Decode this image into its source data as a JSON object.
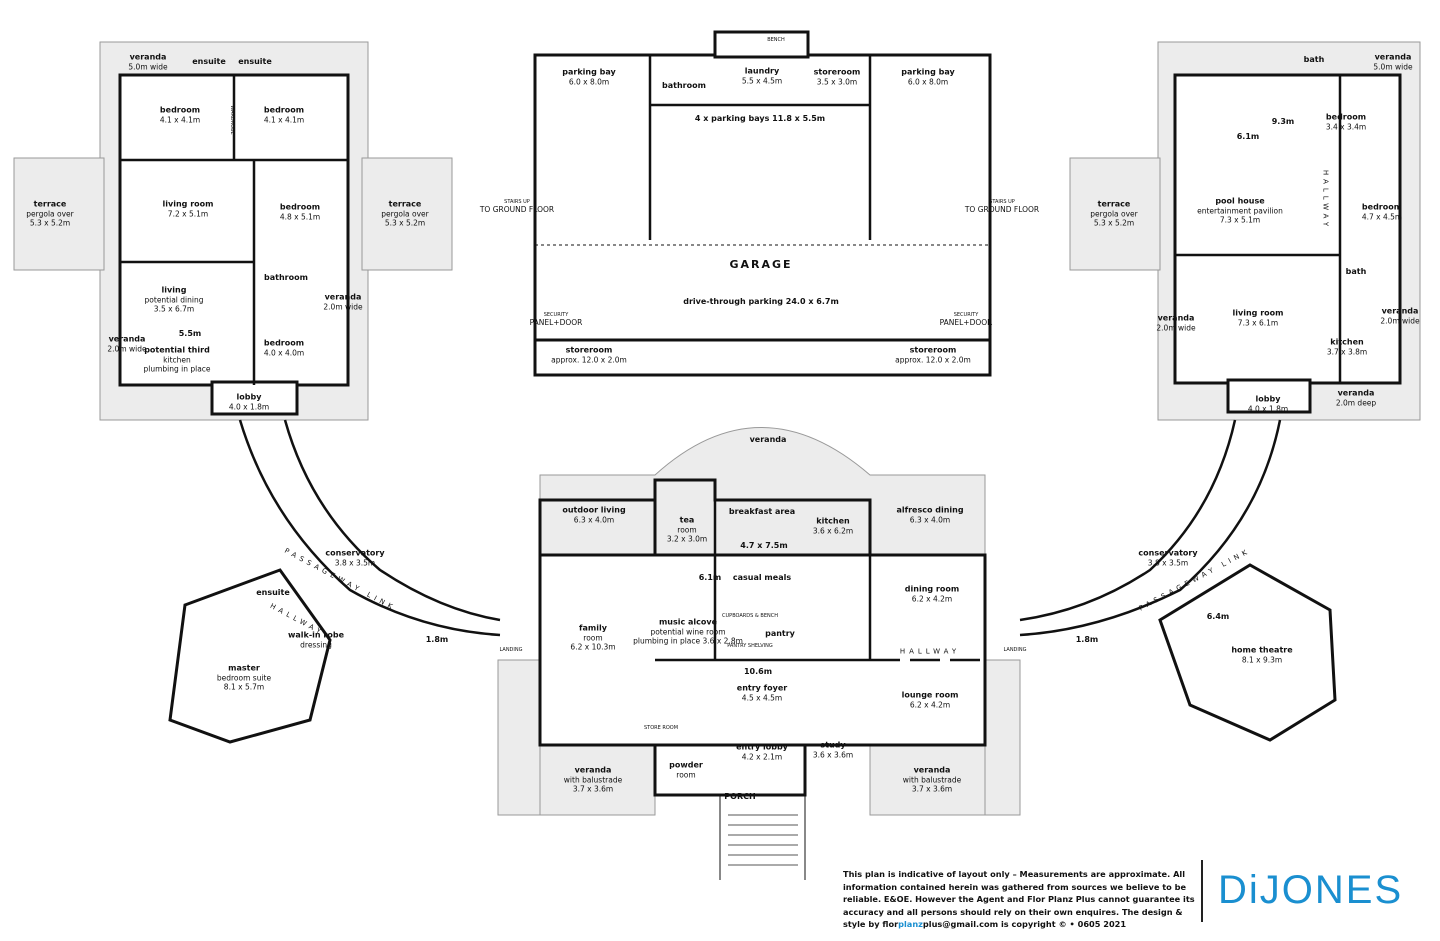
{
  "rooms": [
    {
      "name": "veranda",
      "size": "5.0m wide"
    },
    {
      "name": "ensuite"
    },
    {
      "name": "ensuite"
    },
    {
      "name": "bedroom",
      "size": "4.1 x 4.1m"
    },
    {
      "name": "bedroom",
      "size": "4.1 x 4.1m"
    },
    {
      "name": "terrace",
      "note": "pergola over",
      "size": "5.3 x 5.2m"
    },
    {
      "name": "terrace",
      "note": "pergola over",
      "size": "5.3 x 5.2m"
    },
    {
      "name": "living room",
      "size": "7.2 x 5.1m"
    },
    {
      "name": "bedroom",
      "size": "4.8 x 5.1m"
    },
    {
      "name": "bathroom"
    },
    {
      "name": "veranda",
      "size": "2.0m wide"
    },
    {
      "name": "living",
      "note": "potential dining",
      "size": "3.5 x 6.7m"
    },
    {
      "name": "veranda",
      "size": "2.0m wide"
    },
    {
      "name": "5.5m"
    },
    {
      "name": "potential third",
      "note": "kitchen",
      "size": "plumbing in place"
    },
    {
      "name": "bedroom",
      "size": "4.0 x 4.0m"
    },
    {
      "name": "lobby",
      "size": "4.0 x 1.8m"
    },
    {
      "name": "parking bay",
      "size": "6.0 x 8.0m"
    },
    {
      "name": "bathroom"
    },
    {
      "name": "laundry",
      "size": "5.5 x 4.5m"
    },
    {
      "name": "storeroom",
      "size": "3.5 x 3.0m"
    },
    {
      "name": "parking bay",
      "size": "6.0 x 8.0m"
    },
    {
      "name": "4 x parking bays   11.8 x 5.5m"
    },
    {
      "name": "GARAGE"
    },
    {
      "name": "drive-through parking  24.0 x 6.7m"
    },
    {
      "name": "SECURITY",
      "note": "PANEL+DOOR"
    },
    {
      "name": "SECURITY",
      "note": "PANEL+DOOR"
    },
    {
      "name": "storeroom",
      "note": "approx.  12.0 x 2.0m"
    },
    {
      "name": "storeroom",
      "note": "approx.  12.0 x 2.0m"
    },
    {
      "name": "STAIRS UP",
      "note": "TO GROUND FLOOR"
    },
    {
      "name": "STAIRS UP",
      "note": "TO GROUND FLOOR"
    },
    {
      "name": "veranda",
      "size": "5.0m wide"
    },
    {
      "name": "bath"
    },
    {
      "name": "bedroom",
      "size": "3.4 x 3.4m"
    },
    {
      "name": "9.3m"
    },
    {
      "name": "6.1m"
    },
    {
      "name": "pool house",
      "note": "entertainment pavilion",
      "size": "7.3 x 5.1m"
    },
    {
      "name": "bedroom",
      "size": "4.7 x 4.5m"
    },
    {
      "name": "terrace",
      "note": "pergola over",
      "size": "5.3 x 5.2m"
    },
    {
      "name": "HALLWAY"
    },
    {
      "name": "bath"
    },
    {
      "name": "veranda",
      "size": "2.0m wide"
    },
    {
      "name": "veranda",
      "size": "2.0m wide"
    },
    {
      "name": "living room",
      "size": "7.3 x 6.1m"
    },
    {
      "name": "kitchen",
      "size": "3.7 x 3.8m"
    },
    {
      "name": "veranda",
      "size": "2.0m deep"
    },
    {
      "name": "lobby",
      "size": "4.0 x 1.8m"
    },
    {
      "name": "veranda"
    },
    {
      "name": "outdoor living",
      "size": "6.3 x 4.0m"
    },
    {
      "name": "tea",
      "note": "room",
      "size": "3.2 x 3.0m"
    },
    {
      "name": "breakfast area"
    },
    {
      "name": "4.7 x 7.5m"
    },
    {
      "name": "casual meals"
    },
    {
      "name": "6.1m"
    },
    {
      "name": "kitchen",
      "size": "3.6 x 6.2m"
    },
    {
      "name": "alfresco dining",
      "size": "6.3 x 4.0m"
    },
    {
      "name": "dining room",
      "size": "6.2 x 4.2m"
    },
    {
      "name": "family",
      "note": "room",
      "size": "6.2 x 10.3m"
    },
    {
      "name": "music alcove",
      "note": "potential wine room",
      "size": "plumbing in place 3.6 x 2.8m"
    },
    {
      "name": "pantry"
    },
    {
      "name": "HALLWAY"
    },
    {
      "name": "LANDING"
    },
    {
      "name": "LANDING"
    },
    {
      "name": "10.6m"
    },
    {
      "name": "entry foyer",
      "size": "4.5 x 4.5m"
    },
    {
      "name": "lounge room",
      "size": "6.2 x 4.2m"
    },
    {
      "name": "entry lobby",
      "size": "4.2 x 2.1m"
    },
    {
      "name": "study",
      "size": "3.6 x 3.6m"
    },
    {
      "name": "powder",
      "note": "room"
    },
    {
      "name": "veranda",
      "note": "with balustrade",
      "size": "3.7 x 3.6m"
    },
    {
      "name": "veranda",
      "note": "with balustrade",
      "size": "3.7 x 3.6m"
    },
    {
      "name": "PORCH"
    },
    {
      "name": "conservatory",
      "size": "3.8 x 3.5m"
    },
    {
      "name": "conservatory",
      "size": "3.8 x 3.5m"
    },
    {
      "name": "PASSAGEWAY LINK"
    },
    {
      "name": "PASSAGEWAY LINK"
    },
    {
      "name": "ensuite"
    },
    {
      "name": "HALLWAY"
    },
    {
      "name": "walk-in robe",
      "note": "dressing"
    },
    {
      "name": "master",
      "note": "bedroom suite",
      "size": "8.1 x 5.7m"
    },
    {
      "name": "1.8m"
    },
    {
      "name": "1.8m"
    },
    {
      "name": "home theatre",
      "size": "8.1 x 9.3m"
    },
    {
      "name": "6.4m"
    },
    {
      "name": "WARDROBE"
    },
    {
      "name": "CUPBOARDS & BENCH"
    },
    {
      "name": "PANTRY SHELVING"
    },
    {
      "name": "BENCH"
    },
    {
      "name": "STORE ROOM"
    }
  ],
  "disclaimer": {
    "text_1": "This plan is indicative of layout only  –  Measurements are approximate. All information contained herein was gathered from sources we believe to be reliable. E&OE. However the Agent and Flor Planz Plus cannot guarantee its accuracy and all persons should rely on their own enquires. The design & style by ",
    "email_a": "flor",
    "email_b": "planz",
    "email_c": "plus@gmail.com",
    "text_2": " is copyright ©  • 0605  2021"
  },
  "logo": "DiJONES",
  "colors": {
    "walls": "#111111",
    "veranda_fill": "#ececec",
    "brand": "#1a8fd0"
  }
}
